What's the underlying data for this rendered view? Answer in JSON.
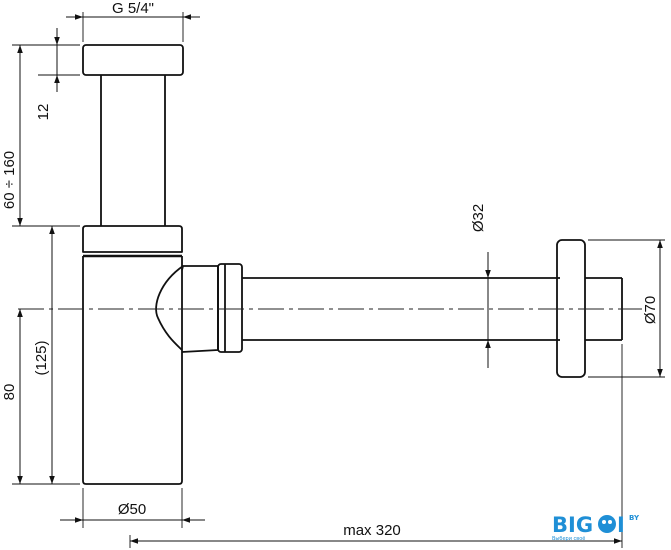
{
  "dimensions": {
    "thread": "G 5/4\"",
    "cap_height": "12",
    "height_range": "60 ÷ 160",
    "outlet_height": "80",
    "body_height": "(125)",
    "body_diameter": "Ø50",
    "pipe_diameter": "Ø32",
    "flange_diameter": "Ø70",
    "max_length": "max 320"
  },
  "logo": {
    "text_a": "BIG",
    "text_b": "I",
    "suffix": "BY",
    "tagline": "Выбери своё",
    "color": "#1f8fd6"
  },
  "colors": {
    "line": "#111111",
    "centerline": "#222222"
  }
}
